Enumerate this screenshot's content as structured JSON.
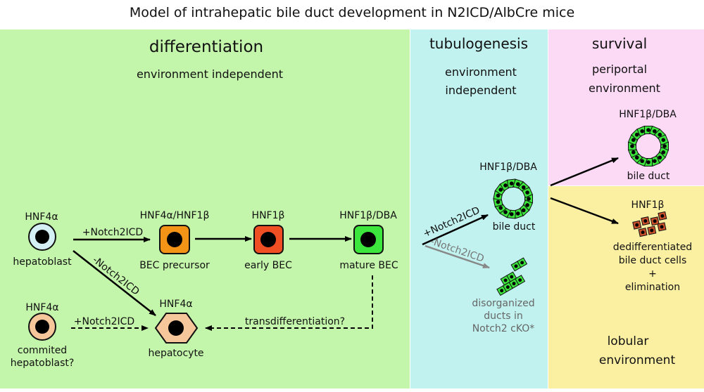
{
  "title": "Model of intrahepatic bile duct development  in N2ICD/AlbCre mice",
  "panels": {
    "differentiation": {
      "heading": "differentiation",
      "subheading": "environment independent",
      "color": "#c3f5aa"
    },
    "tubulogenesis": {
      "heading": "tubulogenesis",
      "subheading_line1": "environment",
      "subheading_line2": "independent",
      "color": "#c1f2ef"
    },
    "survival": {
      "heading": "survival",
      "subheading_line1": "periportal",
      "subheading_line2": "environment",
      "color": "#fcd9f5"
    },
    "lobular": {
      "label_line1": "lobular",
      "label_line2": "environment",
      "color": "#fbf0a2"
    }
  },
  "cells": {
    "hepatoblast": {
      "marker": "HNF4α",
      "label": "hepatoblast",
      "color": "#d4f0f5"
    },
    "commited_hepatoblast": {
      "marker": "HNF4α",
      "label_line1": "commited",
      "label_line2": "hepatoblast?",
      "color": "#f5c79b"
    },
    "bec_precursor": {
      "marker": "HNF4α/HNF1β",
      "label": "BEC precursor",
      "color": "#f39417"
    },
    "early_bec": {
      "marker": "HNF1β",
      "label": "early BEC",
      "color": "#f04e23"
    },
    "mature_bec": {
      "marker": "HNF1β/DBA",
      "label": "mature BEC",
      "color": "#3ce63c"
    },
    "hepatocyte": {
      "marker": "HNF4α",
      "label": "hepatocyte",
      "color": "#f5c79b"
    },
    "bile_duct_tubulo": {
      "marker": "HNF1β/DBA",
      "label": "bile duct",
      "color": "#3ce63c"
    },
    "disorganized": {
      "label_line1": "disorganized",
      "label_line2": "ducts in",
      "label_line3": "Notch2 cKO*"
    },
    "bile_duct_survival": {
      "marker": "HNF1β/DBA",
      "label": "bile duct",
      "color": "#3ce63c"
    },
    "dedifferentiated": {
      "marker": "HNF1β",
      "label_line1": "dedifferentiated",
      "label_line2": "bile duct cells",
      "label_line3": "+",
      "label_line4": "elimination",
      "color": "#c8502a"
    }
  },
  "arrows": {
    "plus_notch_main": "+Notch2ICD",
    "minus_notch_diag": "-Notch2ICD",
    "plus_notch_commited": "+Notch2ICD",
    "transdiff": "transdifferentiation?",
    "plus_notch_tubulo": "+Notch2ICD",
    "minus_notch_tubulo": "-Notch2ICD"
  }
}
